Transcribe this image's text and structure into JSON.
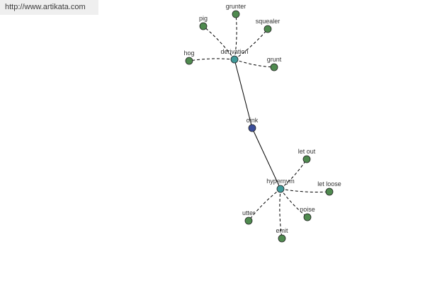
{
  "site_url": "http://www.artikata.com",
  "colors": {
    "center": "#3a4d9a",
    "hub": "#3f9a9a",
    "leaf": "#4f8a4f"
  },
  "graph": {
    "center": {
      "label": "oink"
    },
    "hubs": [
      {
        "id": "derivation",
        "label": "derivation",
        "leaves": [
          "pig",
          "grunter",
          "squealer",
          "hog",
          "grunt"
        ]
      },
      {
        "id": "hypernym",
        "label": "hypernym",
        "leaves": [
          "let out",
          "let loose",
          "utter",
          "noise",
          "emit"
        ]
      }
    ]
  }
}
